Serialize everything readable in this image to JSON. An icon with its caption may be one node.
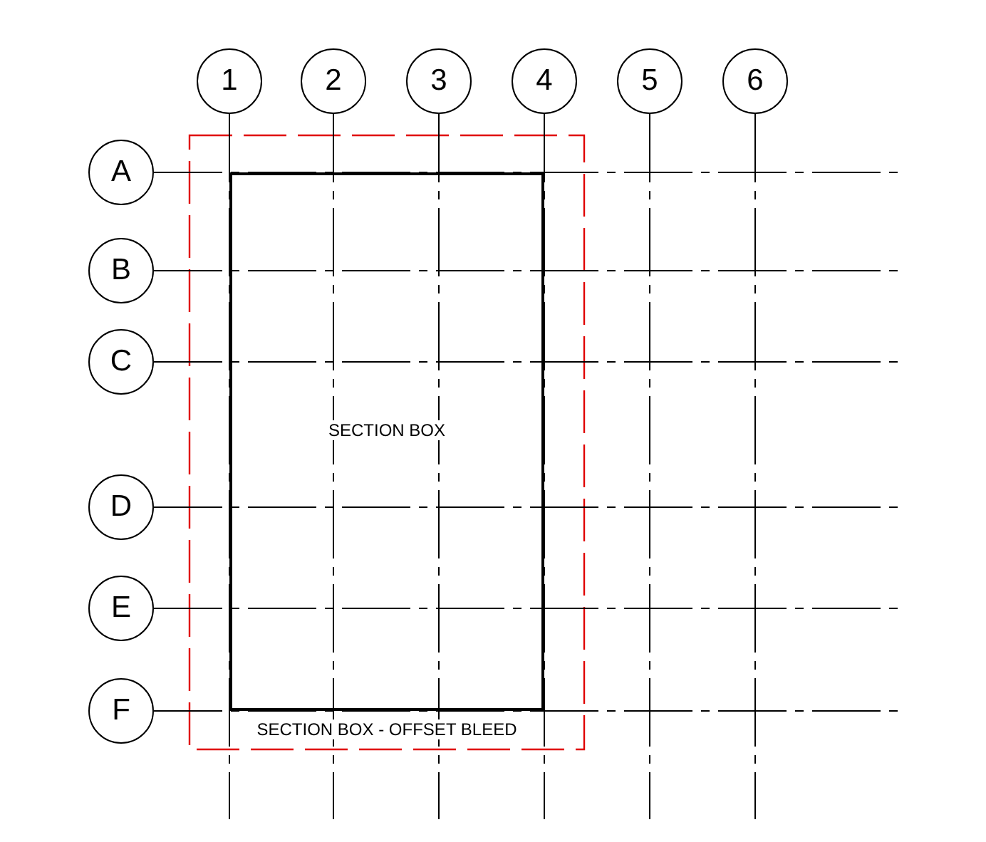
{
  "diagram": {
    "nodes": [
      {
        "text": [
          "1"
        ]
      },
      {
        "text": [
          "2"
        ]
      },
      {
        "text": [
          "3"
        ]
      },
      {
        "text": [
          "4"
        ]
      },
      {
        "text": [
          "5"
        ]
      },
      {
        "text": [
          "6"
        ]
      },
      {
        "text": [
          "A"
        ]
      },
      {
        "text": [
          "B"
        ]
      },
      {
        "text": [
          "C"
        ]
      },
      {
        "text": [
          "D"
        ]
      },
      {
        "text": [
          "E"
        ]
      },
      {
        "text": [
          "F"
        ]
      },
      {
        "text": [
          "SECTION BOX - OFFSET BLEED"
        ]
      },
      {
        "text": [
          "SECTION BOX"
        ],
        "in": 12
      }
    ],
    "edges": [
      {
        "from": 0,
        "to": null,
        "arrow": "none"
      },
      {
        "from": 1,
        "to": null,
        "arrow": "none"
      },
      {
        "from": 2,
        "to": null,
        "arrow": "none"
      },
      {
        "from": 3,
        "to": null,
        "arrow": "none"
      },
      {
        "from": 4,
        "to": null,
        "arrow": "none"
      },
      {
        "from": 5,
        "to": null,
        "arrow": "none"
      },
      {
        "from": 6,
        "to": null,
        "arrow": "none"
      },
      {
        "from": 7,
        "to": null,
        "arrow": "none"
      },
      {
        "from": 8,
        "to": null,
        "arrow": "none"
      },
      {
        "from": 9,
        "to": null,
        "arrow": "none"
      },
      {
        "from": 10,
        "to": null,
        "arrow": "none"
      },
      {
        "from": 11,
        "to": null,
        "arrow": "none"
      }
    ]
  }
}
